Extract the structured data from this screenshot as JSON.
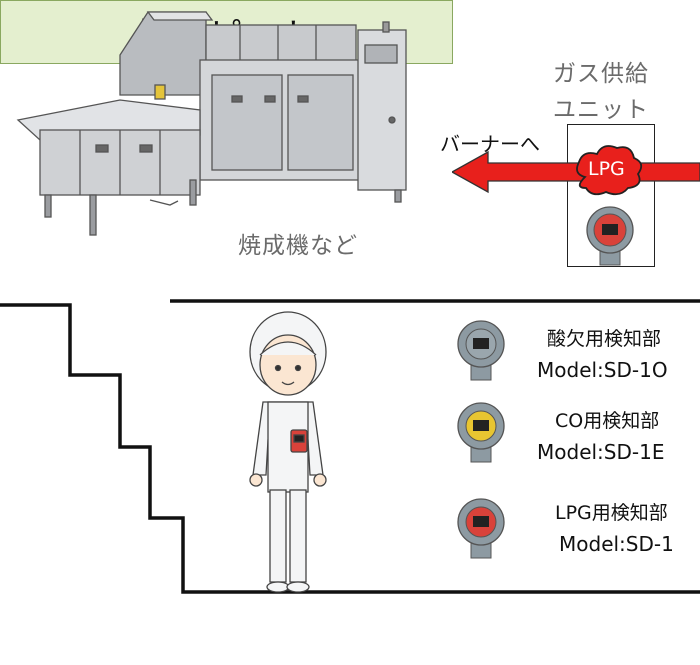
{
  "machine": {
    "caption": "焼成機など"
  },
  "gas_supply": {
    "title_line1": "ガス供給",
    "title_line2": "ユニット",
    "lpg_label": "LPG",
    "arrow_label": "バーナーへ"
  },
  "detectors": [
    {
      "name": "酸欠用検知部",
      "model": "Model:SD-1O",
      "ring_color": "#8d9aa2"
    },
    {
      "name": "CO用検知部",
      "model": "Model:SD-1E",
      "ring_color": "#e8c531"
    },
    {
      "name": "LPG用検知部",
      "model": "Model:SD-1",
      "ring_color": "#d9423a"
    }
  ],
  "pit": {
    "label": "地下ピット"
  },
  "colors": {
    "arrow": "#e8201c",
    "pit_fill": "#e4efcf",
    "caption": "#6b6b6b"
  }
}
